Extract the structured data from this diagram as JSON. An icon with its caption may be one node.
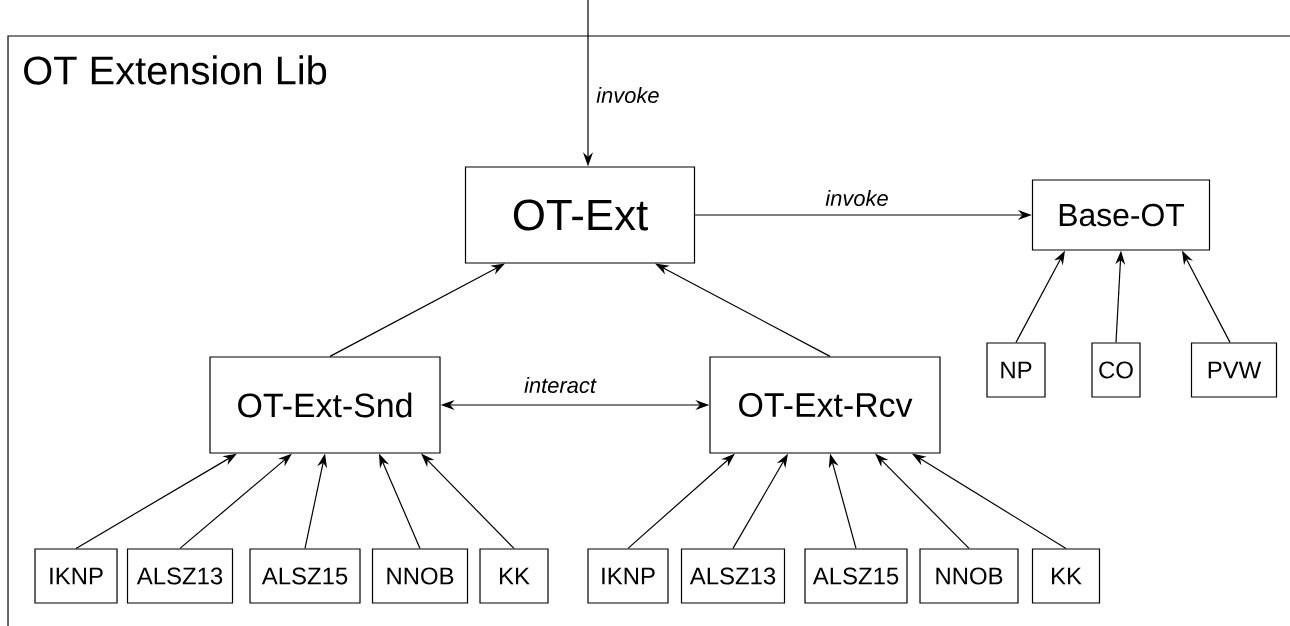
{
  "diagram": {
    "nodes": [
      {
        "text": [
          "OT Extension Lib"
        ]
      },
      {
        "text": [
          "OT-Ext"
        ],
        "in": 0
      },
      {
        "text": [
          "Base-OT"
        ],
        "in": 0
      },
      {
        "text": [
          "NP"
        ],
        "in": 0
      },
      {
        "text": [
          "CO"
        ],
        "in": 0
      },
      {
        "text": [
          "PVW"
        ],
        "in": 0
      },
      {
        "text": [
          "OT-Ext-Snd"
        ],
        "in": 0
      },
      {
        "text": [
          "OT-Ext-Rcv"
        ],
        "in": 0
      },
      {
        "text": [
          "IKNP"
        ],
        "in": 0
      },
      {
        "text": [
          "ALSZ13"
        ],
        "in": 0
      },
      {
        "text": [
          "ALSZ15"
        ],
        "in": 0
      },
      {
        "text": [
          "NNOB"
        ],
        "in": 0
      },
      {
        "text": [
          "KK"
        ],
        "in": 0
      },
      {
        "text": [
          "IKNP"
        ],
        "in": 0
      },
      {
        "text": [
          "ALSZ13"
        ],
        "in": 0
      },
      {
        "text": [
          "ALSZ15"
        ],
        "in": 0
      },
      {
        "text": [
          "NNOB"
        ],
        "in": 0
      },
      {
        "text": [
          "KK"
        ],
        "in": 0
      }
    ],
    "edges": [
      {
        "from": null,
        "to": 1,
        "arrow": "to",
        "label": "invoke"
      },
      {
        "from": 1,
        "to": 2,
        "arrow": "to",
        "label": "invoke"
      },
      {
        "from": 6,
        "to": 1,
        "arrow": "to"
      },
      {
        "from": 7,
        "to": 1,
        "arrow": "to"
      },
      {
        "from": 6,
        "to": 7,
        "arrow": "both",
        "label": "interact"
      },
      {
        "from": 3,
        "to": 2,
        "arrow": "to"
      },
      {
        "from": 4,
        "to": 2,
        "arrow": "to"
      },
      {
        "from": 5,
        "to": 2,
        "arrow": "to"
      },
      {
        "from": 8,
        "to": 6,
        "arrow": "to"
      },
      {
        "from": 9,
        "to": 6,
        "arrow": "to"
      },
      {
        "from": 10,
        "to": 6,
        "arrow": "to"
      },
      {
        "from": 11,
        "to": 6,
        "arrow": "to"
      },
      {
        "from": 12,
        "to": 6,
        "arrow": "to"
      },
      {
        "from": 13,
        "to": 7,
        "arrow": "to"
      },
      {
        "from": 14,
        "to": 7,
        "arrow": "to"
      },
      {
        "from": 15,
        "to": 7,
        "arrow": "to"
      },
      {
        "from": 16,
        "to": 7,
        "arrow": "to"
      },
      {
        "from": 17,
        "to": 7,
        "arrow": "to"
      }
    ]
  }
}
